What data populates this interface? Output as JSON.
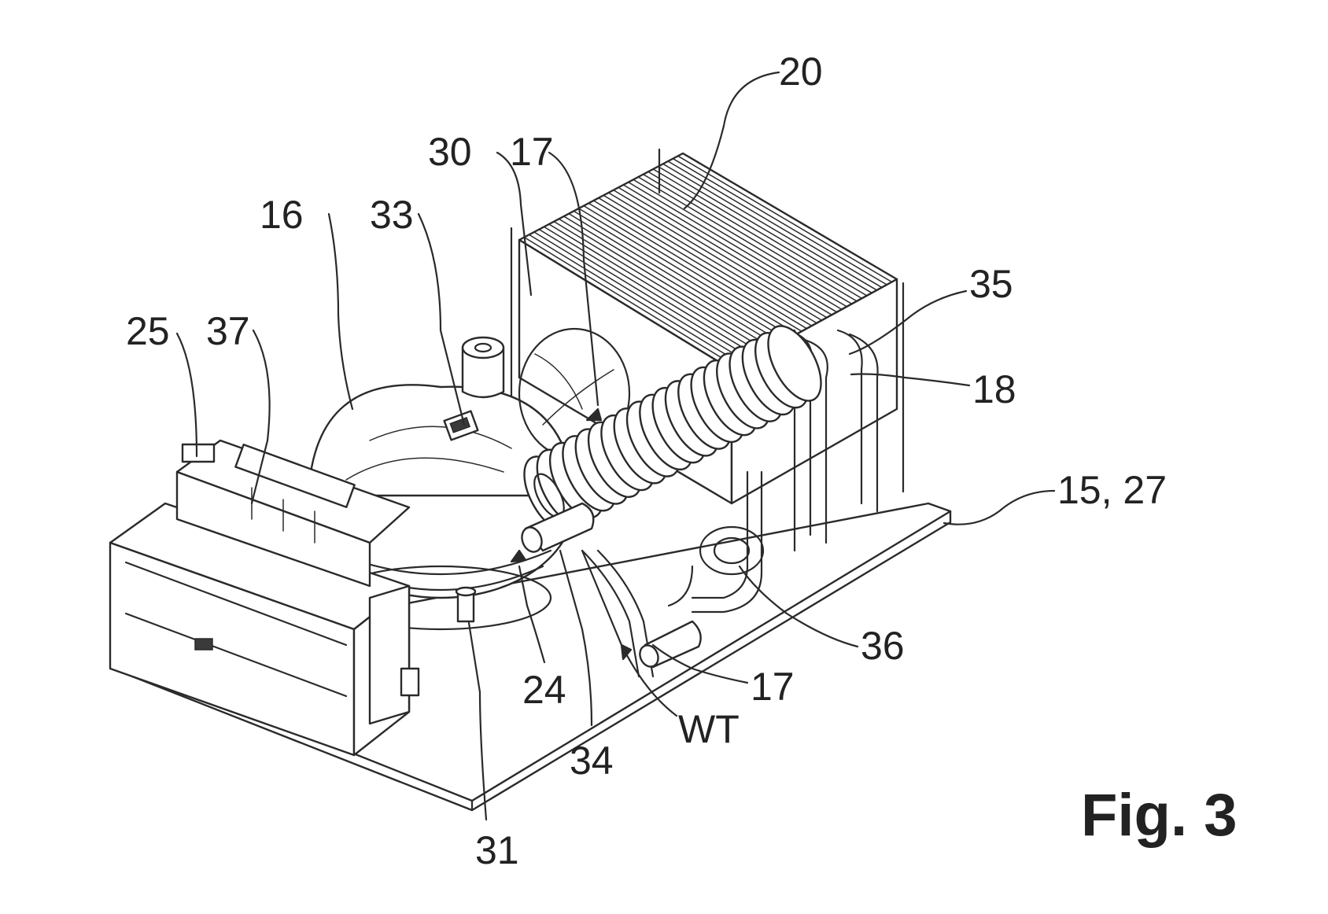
{
  "figure_label": "Fig. 3",
  "reference_labels": {
    "r20": "20",
    "r30": "30",
    "r17_top": "17",
    "r16": "16",
    "r33": "33",
    "r35": "35",
    "r25": "25",
    "r37": "37",
    "r18": "18",
    "r15_27": "15, 27",
    "r36": "36",
    "r17_bottom": "17",
    "r24": "24",
    "r34": "34",
    "r31": "31",
    "r_wt": "WT"
  },
  "colors": {
    "ink": "#2a2a2a",
    "paper": "#ffffff"
  }
}
